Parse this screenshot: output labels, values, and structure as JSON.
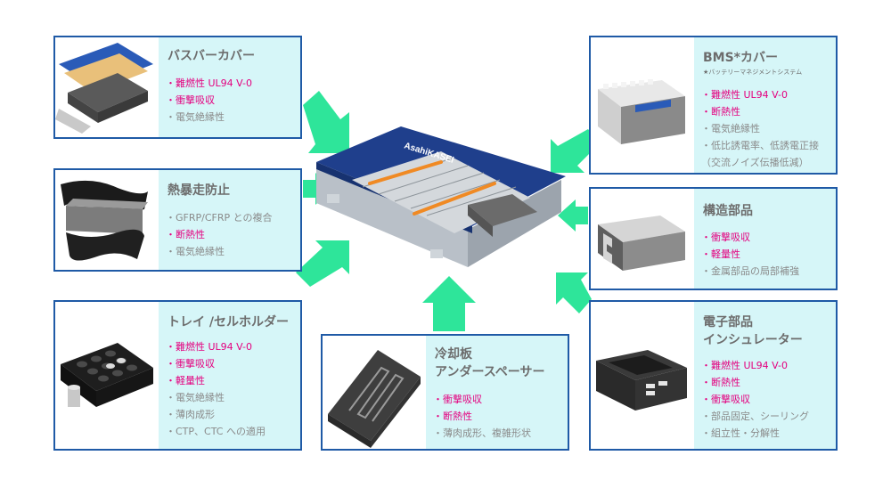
{
  "colors": {
    "border": "#1f5aa6",
    "panel": "#d6f6f8",
    "highlight": "#e4007f",
    "normal": "#8a8a8a",
    "arrow": "#2ee59a"
  },
  "battery": {
    "brand": "AsahiKASEI"
  },
  "cards": {
    "busbar": {
      "title": "バスバーカバー",
      "features": [
        {
          "text": "・難燃性 UL94 V-0",
          "highlight": true
        },
        {
          "text": "・衝撃吸収",
          "highlight": true
        },
        {
          "text": "・電気絶縁性",
          "highlight": false
        }
      ]
    },
    "thermal": {
      "title": "熱暴走防止",
      "features": [
        {
          "text": "・GFRP/CFRP との複合",
          "highlight": false
        },
        {
          "text": "・断熱性",
          "highlight": true
        },
        {
          "text": "・電気絶縁性",
          "highlight": false
        }
      ]
    },
    "tray": {
      "title": "トレイ /セルホルダー",
      "features": [
        {
          "text": "・難燃性 UL94 V-0",
          "highlight": true
        },
        {
          "text": "・衝撃吸収",
          "highlight": true
        },
        {
          "text": "・軽量性",
          "highlight": true
        },
        {
          "text": "・電気絶縁性",
          "highlight": false
        },
        {
          "text": "・薄肉成形",
          "highlight": false
        },
        {
          "text": "・CTP、CTC への適用",
          "highlight": false
        }
      ]
    },
    "cooling": {
      "title_line1": "冷却板",
      "title_line2": "アンダースペーサー",
      "features": [
        {
          "text": "・衝撃吸収",
          "highlight": true
        },
        {
          "text": "・断熱性",
          "highlight": true
        },
        {
          "text": "・薄肉成形、複雑形状",
          "highlight": false
        }
      ]
    },
    "bms": {
      "title": "BMS*カバー",
      "subtitle": "★バッテリーマネジメントシステム",
      "features": [
        {
          "text": "・難燃性 UL94 V-0",
          "highlight": true
        },
        {
          "text": "・断熱性",
          "highlight": true
        },
        {
          "text": "・電気絶縁性",
          "highlight": false
        },
        {
          "text": "・低比誘電率、低誘電正接",
          "highlight": false
        },
        {
          "text": "（交流ノイズ伝播低減）",
          "highlight": false
        }
      ]
    },
    "structural": {
      "title": "構造部品",
      "features": [
        {
          "text": "・衝撃吸収",
          "highlight": true
        },
        {
          "text": "・軽量性",
          "highlight": true
        },
        {
          "text": "・金属部品の局部補強",
          "highlight": false
        }
      ]
    },
    "electronic": {
      "title_line1": "電子部品",
      "title_line2": "インシュレーター",
      "features": [
        {
          "text": "・難燃性 UL94 V-0",
          "highlight": true
        },
        {
          "text": "・断熱性",
          "highlight": true
        },
        {
          "text": "・衝撃吸収",
          "highlight": true
        },
        {
          "text": "・部品固定、シーリング",
          "highlight": false
        },
        {
          "text": "・組立性・分解性",
          "highlight": false
        }
      ]
    }
  }
}
